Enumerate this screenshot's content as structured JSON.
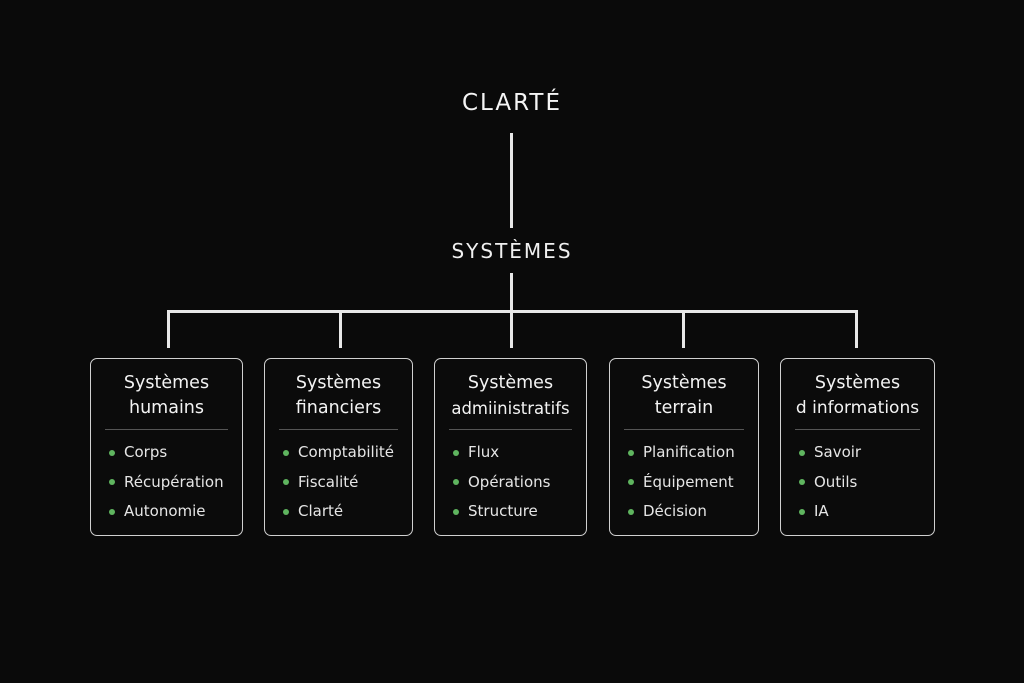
{
  "diagram": {
    "root": "CLARTÉ",
    "level1": "SYSTÈMES",
    "accent_color": "#5fb55f",
    "boxes": [
      {
        "title_line1": "Systèmes",
        "title_line2": "humains",
        "items": [
          "Corps",
          "Récupération",
          "Autonomie"
        ]
      },
      {
        "title_line1": "Systèmes",
        "title_line2": "financiers",
        "items": [
          "Comptabilité",
          "Fiscalité",
          "Clarté"
        ]
      },
      {
        "title_line1": "Systèmes",
        "title_line2": "admiinistratifs",
        "items": [
          "Flux",
          "Opérations",
          "Structure"
        ]
      },
      {
        "title_line1": "Systèmes",
        "title_line2": "terrain",
        "items": [
          "Planification",
          "Équipement",
          "Décision"
        ]
      },
      {
        "title_line1": "Systèmes",
        "title_line2": "d informations",
        "items": [
          "Savoir",
          "Outils",
          "IA"
        ]
      }
    ]
  }
}
